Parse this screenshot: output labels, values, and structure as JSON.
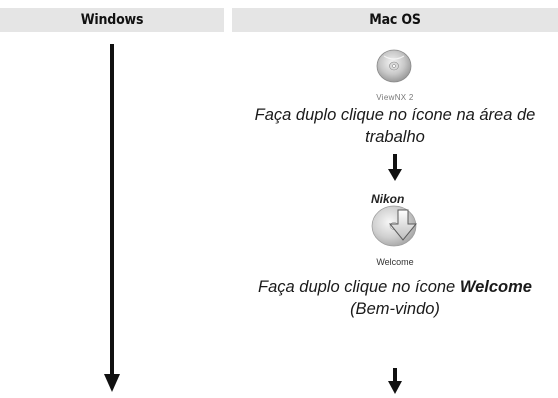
{
  "columns": {
    "windows": {
      "title": "Windows"
    },
    "mac": {
      "title": "Mac OS"
    }
  },
  "mac_steps": {
    "icon1_label": "ViewNX 2",
    "caption1": "Faça duplo clique no ícone na área de trabalho",
    "icon2_brand": "Nikon",
    "icon2_label": "Welcome",
    "caption2_prefix": "Faça duplo clique no ícone ",
    "caption2_bold": "Welcome",
    "caption2_suffix": "(Bem-vindo)"
  },
  "icons": {
    "disc": "cd-disc-icon",
    "welcome": "nikon-welcome-installer-icon",
    "arrow": "down-arrow-icon"
  }
}
